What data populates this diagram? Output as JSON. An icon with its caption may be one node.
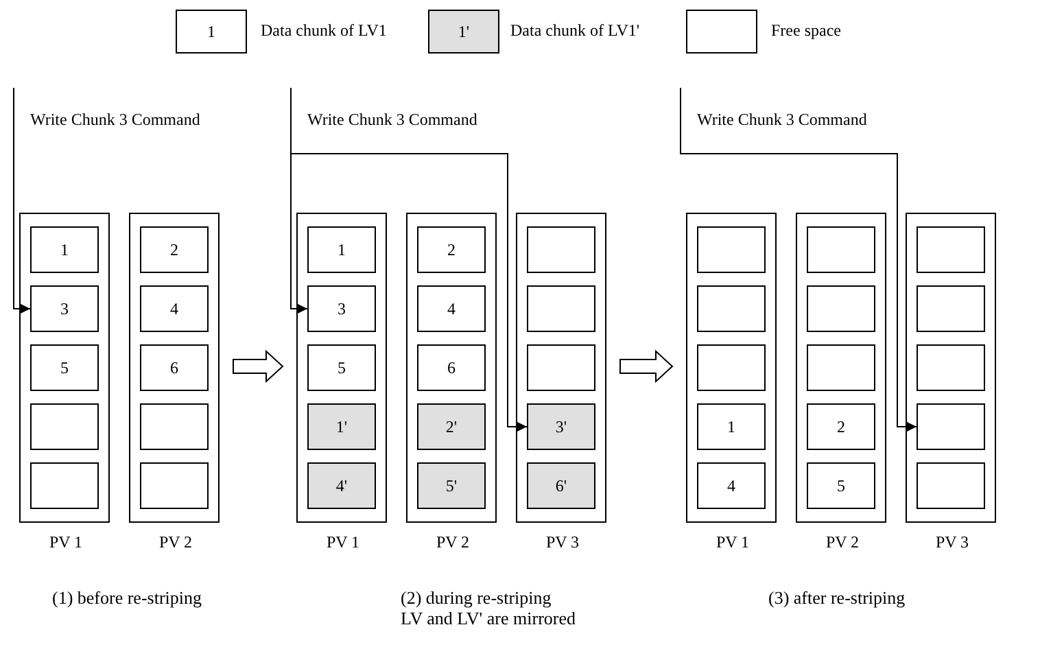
{
  "diagram": {
    "nodes": [
      {
        "text": [
          "Write Chunk 3 Command"
        ]
      },
      {
        "text": [
          "PV 1"
        ]
      },
      {
        "text": [
          "1"
        ],
        "in": 1
      },
      {
        "text": [
          "3"
        ],
        "in": 1
      },
      {
        "text": [
          "5"
        ],
        "in": 1
      },
      {
        "text": [],
        "shape": "box",
        "in": 1
      },
      {
        "text": [],
        "shape": "box",
        "in": 1
      },
      {
        "text": [
          "PV 2"
        ]
      },
      {
        "text": [
          "2"
        ],
        "in": 7
      },
      {
        "text": [
          "4"
        ],
        "in": 7
      },
      {
        "text": [
          "6"
        ],
        "in": 7
      },
      {
        "text": [],
        "shape": "box",
        "in": 7
      },
      {
        "text": [],
        "shape": "box",
        "in": 7
      },
      {
        "text": [
          "Write Chunk 3 Command"
        ]
      },
      {
        "text": [
          "PV 1"
        ]
      },
      {
        "text": [
          "1"
        ],
        "in": 14
      },
      {
        "text": [
          "3"
        ],
        "in": 14
      },
      {
        "text": [
          "5"
        ],
        "in": 14
      },
      {
        "text": [
          "1'"
        ],
        "in": 14
      },
      {
        "text": [
          "4'"
        ],
        "in": 14
      },
      {
        "text": [
          "PV 2"
        ]
      },
      {
        "text": [
          "2"
        ],
        "in": 20
      },
      {
        "text": [
          "4"
        ],
        "in": 20
      },
      {
        "text": [
          "6"
        ],
        "in": 20
      },
      {
        "text": [
          "2'"
        ],
        "in": 20
      },
      {
        "text": [
          "5'"
        ],
        "in": 20
      },
      {
        "text": [
          "PV 3"
        ]
      },
      {
        "text": [],
        "shape": "box",
        "in": 26
      },
      {
        "text": [],
        "shape": "box",
        "in": 26
      },
      {
        "text": [],
        "shape": "box",
        "in": 26
      },
      {
        "text": [
          "3'"
        ],
        "in": 26
      },
      {
        "text": [
          "6'"
        ],
        "in": 26
      },
      {
        "text": [
          "Write Chunk 3 Command"
        ]
      },
      {
        "text": [
          "PV 1"
        ]
      },
      {
        "text": [],
        "shape": "box",
        "in": 33
      },
      {
        "text": [],
        "shape": "box",
        "in": 33
      },
      {
        "text": [],
        "shape": "box",
        "in": 33
      },
      {
        "text": [
          "1"
        ],
        "in": 33
      },
      {
        "text": [
          "4"
        ],
        "in": 33
      },
      {
        "text": [
          "PV 2"
        ]
      },
      {
        "text": [],
        "shape": "box",
        "in": 39
      },
      {
        "text": [],
        "shape": "box",
        "in": 39
      },
      {
        "text": [],
        "shape": "box",
        "in": 39
      },
      {
        "text": [
          "2"
        ],
        "in": 39
      },
      {
        "text": [
          "5"
        ],
        "in": 39
      },
      {
        "text": [
          "PV 3"
        ]
      },
      {
        "text": [],
        "shape": "box",
        "in": 45
      },
      {
        "text": [],
        "shape": "box",
        "in": 45
      },
      {
        "text": [],
        "shape": "box",
        "in": 45
      },
      {
        "text": [],
        "shape": "box",
        "in": 45
      },
      {
        "text": [],
        "shape": "box",
        "in": 45
      }
    ],
    "edges": [
      {
        "from": 0,
        "to": 3,
        "arrow": "to"
      },
      {
        "from": 7,
        "to": 14,
        "arrow": "to",
        "style": "thick"
      },
      {
        "from": 13,
        "to": 16,
        "arrow": "to"
      },
      {
        "from": 13,
        "to": 30,
        "arrow": "to"
      },
      {
        "from": 26,
        "to": 33,
        "arrow": "to",
        "style": "thick"
      },
      {
        "from": 32,
        "to": 49,
        "arrow": "to"
      }
    ],
    "labels": [
      "1",
      "1'",
      "(1) before re-striping",
      "(2) during re-striping LV and LV' are mirrored",
      "(3) after re-striping"
    ],
    "legend": [
      {
        "text": "Data chunk of LV1",
        "color": "#ffffff"
      },
      {
        "text": "Data chunk of LV1'",
        "color": "#e0e0e0"
      },
      {
        "text": "Free space",
        "color": "#ffffff"
      }
    ]
  }
}
